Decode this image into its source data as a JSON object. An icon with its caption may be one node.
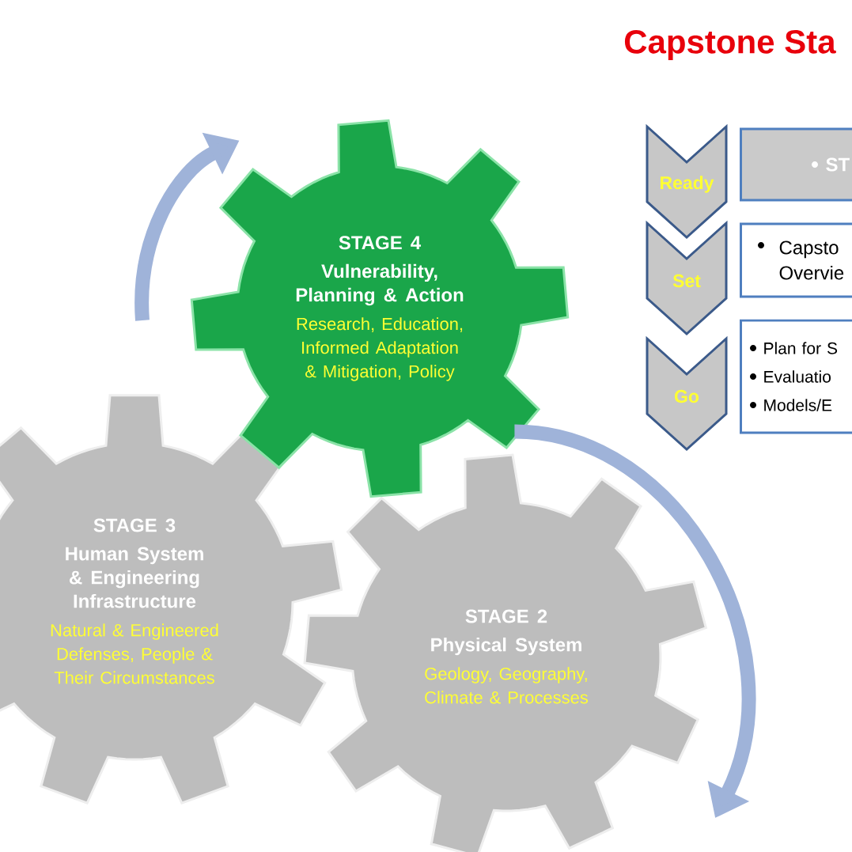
{
  "diagram": {
    "title": "Capstone Sta",
    "nodes": [
      {
        "text": [
          "STAGE 4",
          "Vulnerability, Planning & Action",
          "Research, Education, Informed Adaptation & Mitigation, Policy"
        ]
      },
      {
        "text": [
          "STAGE 3",
          "Human System & Engineering Infrastructure",
          "Natural & Engineered Defenses, People & Their Circumstances"
        ]
      },
      {
        "text": [
          "STAGE 2",
          "Physical System",
          "Geology, Geography, Climate & Processes"
        ]
      },
      {
        "text": [
          "Ready"
        ]
      },
      {
        "text": [
          "ST"
        ]
      },
      {
        "text": [
          "Set"
        ]
      },
      {
        "text": [
          "Capsto Overvie"
        ]
      },
      {
        "text": [
          "Go"
        ]
      },
      {
        "text": [
          "Plan for S",
          "Evaluatio",
          "Models/E"
        ]
      }
    ],
    "edges": [
      {
        "from": null,
        "to": 0,
        "arrow": "to"
      },
      {
        "from": 0,
        "to": 2,
        "arrow": "to"
      }
    ]
  }
}
